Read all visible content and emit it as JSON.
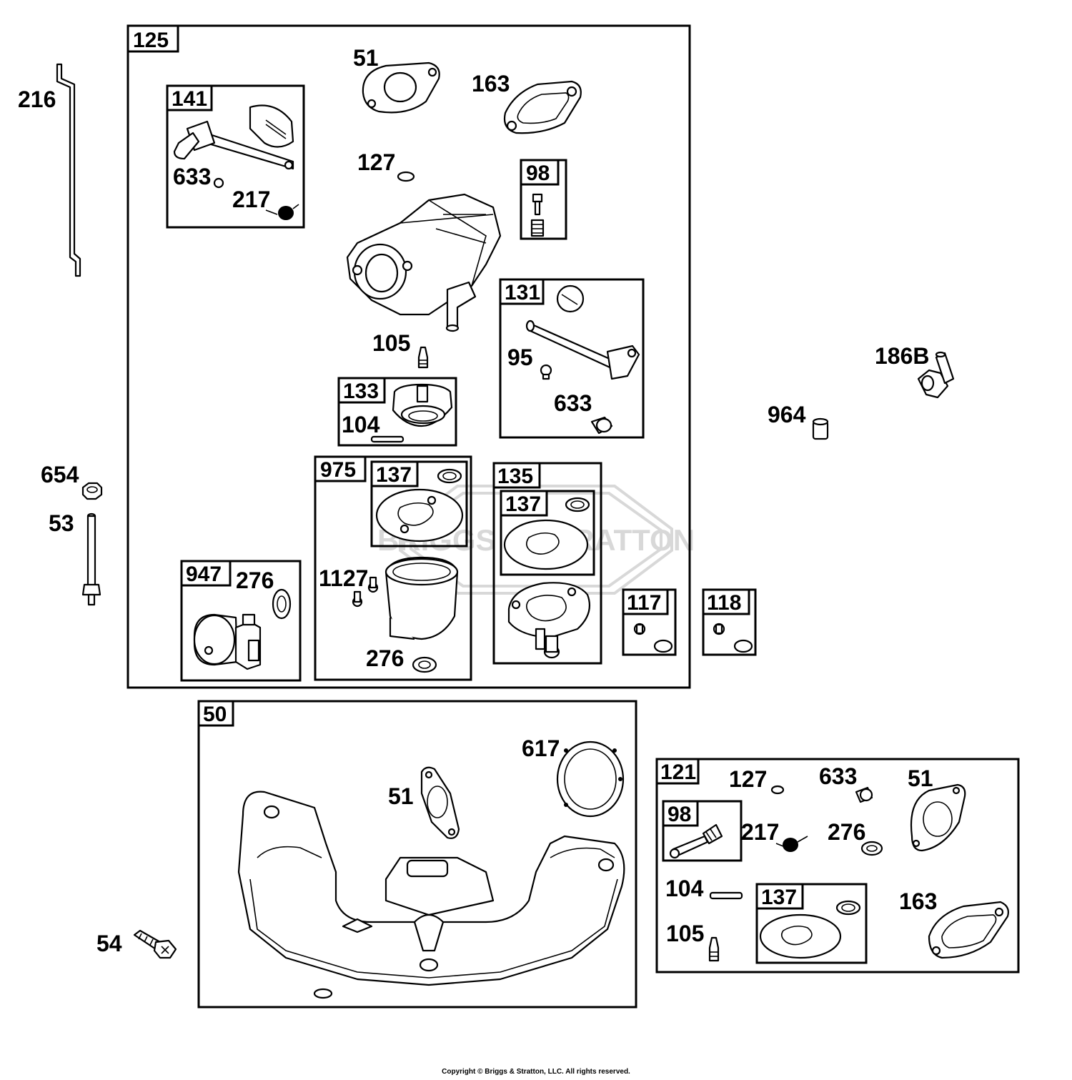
{
  "diagram": {
    "groups": {
      "g125": "125",
      "g141": "141",
      "g98": "98",
      "g131": "131",
      "g133": "133",
      "g975": "975",
      "g137a": "137",
      "g135": "135",
      "g137b": "137",
      "g947": "947",
      "g117": "117",
      "g118": "118",
      "g50": "50",
      "g121": "121",
      "g98b": "98",
      "g137c": "137"
    },
    "labels": {
      "p216": "216",
      "p51a": "51",
      "p163a": "163",
      "p633a": "633",
      "p217a": "217",
      "p127a": "127",
      "p105a": "105",
      "p104a": "104",
      "p95": "95",
      "p633b": "633",
      "p186B": "186B",
      "p964": "964",
      "p654": "654",
      "p53": "53",
      "p276a": "276",
      "p1127": "1127",
      "p276b": "276",
      "p617": "617",
      "p51b": "51",
      "p54": "54",
      "p127b": "127",
      "p633c": "633",
      "p51c": "51",
      "p217b": "217",
      "p276c": "276",
      "p104b": "104",
      "p105b": "105",
      "p163b": "163"
    },
    "watermark": "BRIGGS & STRATTON",
    "copyright": "Copyright © Briggs & Stratton, LLC. All rights reserved."
  }
}
